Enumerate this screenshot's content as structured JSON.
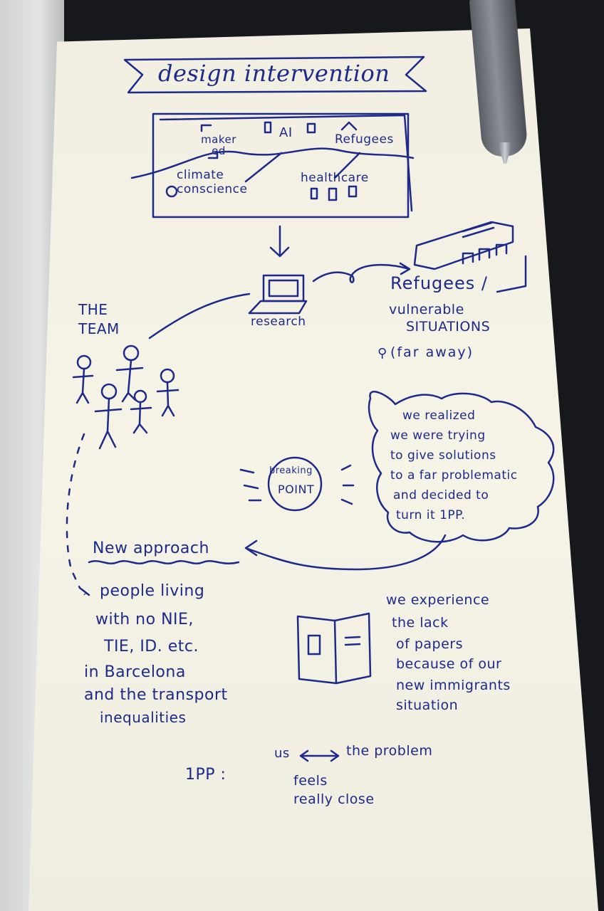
{
  "title": "design intervention",
  "topics": {
    "maker": "maker ed",
    "ai": "AI",
    "refugees": "Refugees",
    "climate": "climate conscience",
    "healthcare": "healthcare"
  },
  "research": "research",
  "refugees_box": {
    "line1": "Refugees /",
    "line2": "vulnerable",
    "line3": "situations",
    "line4": "(far away)"
  },
  "team": {
    "line1": "THE",
    "line2": "TEAM"
  },
  "breaking_point": {
    "line1": "breaking",
    "line2": "point"
  },
  "realization": {
    "line1": "we realized",
    "line2": "we were trying",
    "line3": "to give solutions",
    "line4": "to a far problematic",
    "line5": "and decided to",
    "line6": "turn it 1PP."
  },
  "new_approach": "New approach",
  "people": {
    "line1": "people living",
    "line2": "with no NIE,",
    "line3": "TIE, ID. etc.",
    "line4": "in Barcelona",
    "line5": "and the transport",
    "line6": "inequalities"
  },
  "experience": {
    "line1": "we experience",
    "line2": "the lack",
    "line3": "of papers",
    "line4": "because of our",
    "line5": "new immigrants",
    "line6": "situation"
  },
  "footer": {
    "label": "1PP :",
    "us": "us",
    "problem": "the problem",
    "feels": "feels",
    "close": "really close"
  },
  "colors": {
    "ink": "#1d2a8a",
    "paper": "#f4f1e4",
    "background": "#17181c"
  }
}
